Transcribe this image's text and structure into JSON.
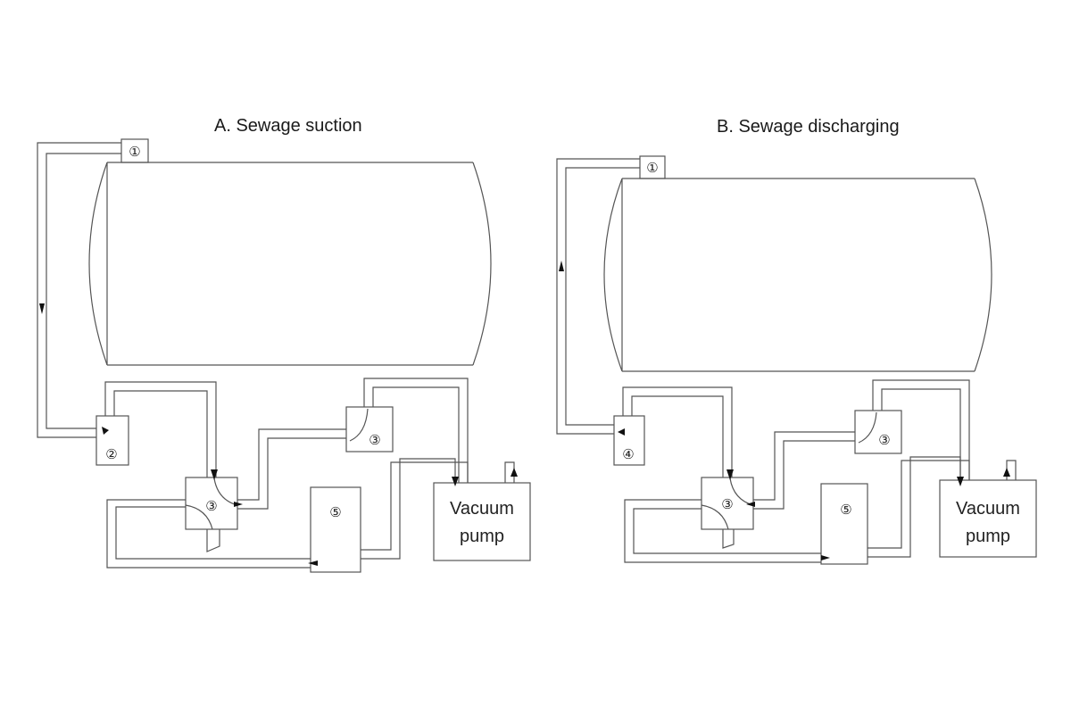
{
  "diagrams": [
    {
      "id": "a",
      "title": "A. Sewage suction",
      "components": {
        "valve_top": "①",
        "valve_left": "②",
        "valve_right": "③",
        "valve_center": "③",
        "unit_five": "⑤",
        "pump_line1": "Vacuum",
        "pump_line2": "pump"
      }
    },
    {
      "id": "b",
      "title": "B. Sewage discharging",
      "components": {
        "valve_top": "①",
        "valve_left": "④",
        "valve_right": "③",
        "valve_center": "③",
        "unit_five": "⑤",
        "pump_line1": "Vacuum",
        "pump_line2": "pump"
      }
    }
  ],
  "colors": {
    "line": "#555555",
    "background": "#ffffff",
    "tank_fill": "#fdfdfd",
    "arrow": "#111111"
  }
}
